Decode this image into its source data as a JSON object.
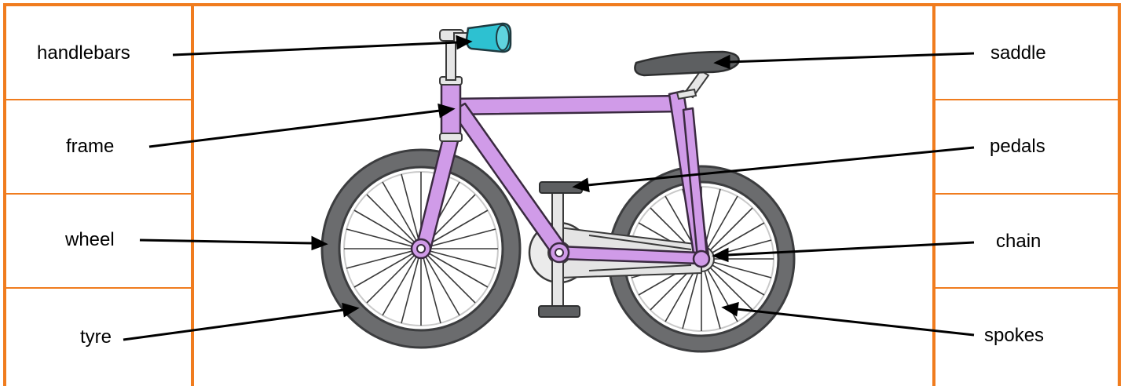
{
  "colors": {
    "border": "#f07c1e",
    "frame": "#d09be8",
    "frame_outline": "#3a2a40",
    "tyre": "#6b6c6e",
    "saddle": "#5d5f61",
    "grip": "#2dc1d1",
    "spokes": "#3a3a3a",
    "label_text": "#000000"
  },
  "labels": {
    "left": [
      "handlebars",
      "frame",
      "wheel",
      "tyre"
    ],
    "right": [
      "saddle",
      "pedals",
      "chain",
      "spokes"
    ]
  }
}
